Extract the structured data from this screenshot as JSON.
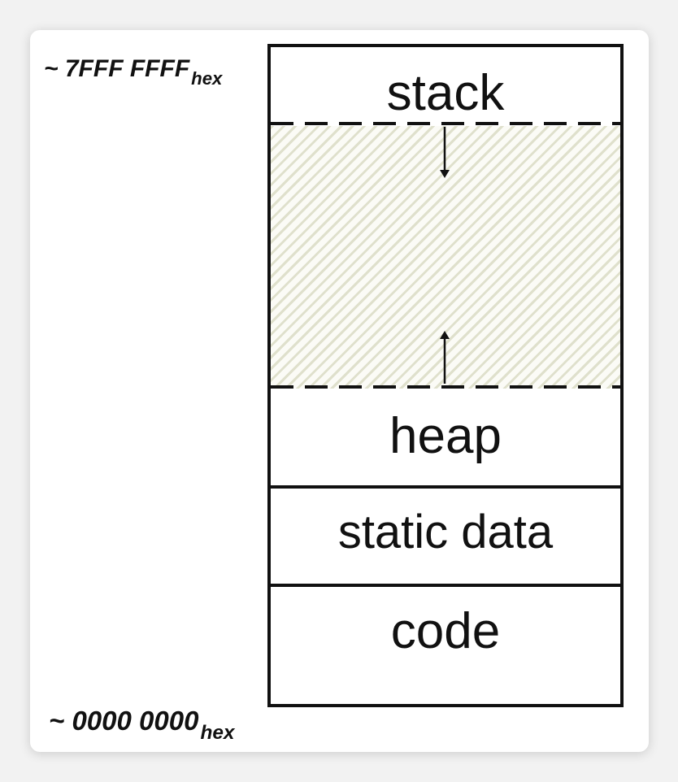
{
  "addresses": {
    "top": {
      "value": "~ 7FFF FFFF",
      "subscript": "hex"
    },
    "bottom": {
      "value": "~ 0000 0000",
      "subscript": "hex"
    }
  },
  "segments": [
    {
      "label": "stack"
    },
    {
      "label": "heap"
    },
    {
      "label": "static data"
    },
    {
      "label": "code"
    }
  ]
}
